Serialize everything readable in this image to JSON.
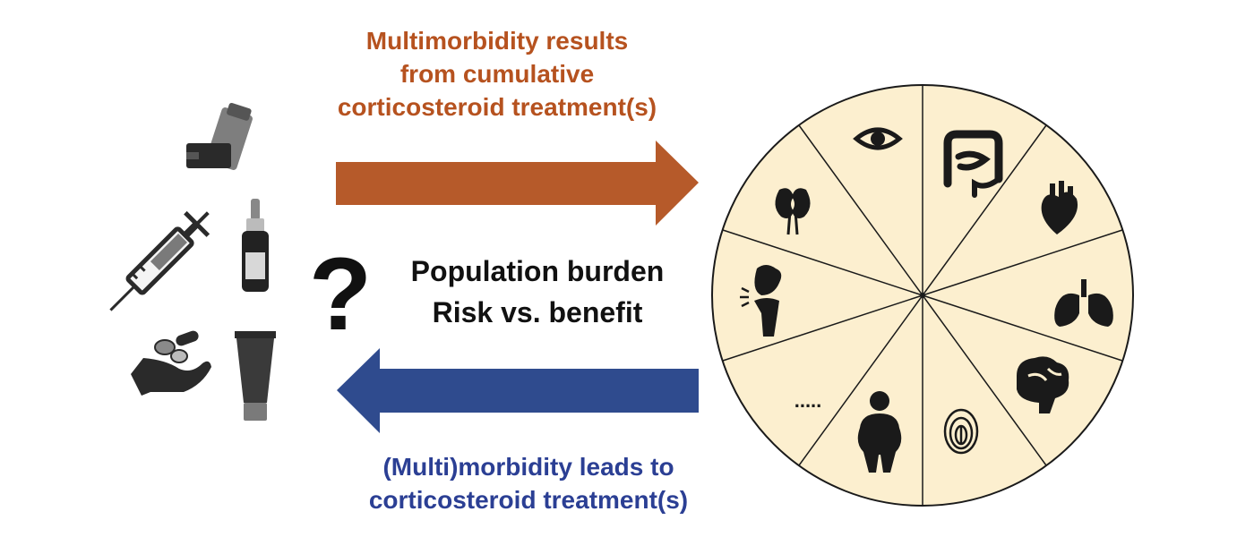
{
  "top_caption": [
    "Multimorbidity results",
    "from cumulative",
    "corticosteroid treatment(s)"
  ],
  "bottom_caption": [
    "(Multi)morbidity leads to",
    "corticosteroid treatment(s)"
  ],
  "center": {
    "question_mark": "?",
    "line1": "Population burden",
    "line2": "Risk vs. benefit"
  },
  "wheel": {
    "ellipsis": "....."
  },
  "colors": {
    "top_arrow": "#b65a2a",
    "top_text": "#b6521f",
    "bottom_arrow": "#2f4b8e",
    "bottom_text": "#2b3f94",
    "wheel_fill": "#fcefcf",
    "icon": "#2a2a2a"
  },
  "icons": {
    "treatments": [
      "inhaler-icon",
      "syringe-icon",
      "nasal-spray-icon",
      "pills-hand-icon",
      "cream-tube-icon"
    ],
    "conditions": [
      "eye-icon",
      "intestine-icon",
      "heart-icon",
      "lungs-icon",
      "brain-icon",
      "fingerprint-icon",
      "obesity-icon",
      "ellipsis",
      "joint-icon",
      "kidney-icon"
    ]
  }
}
